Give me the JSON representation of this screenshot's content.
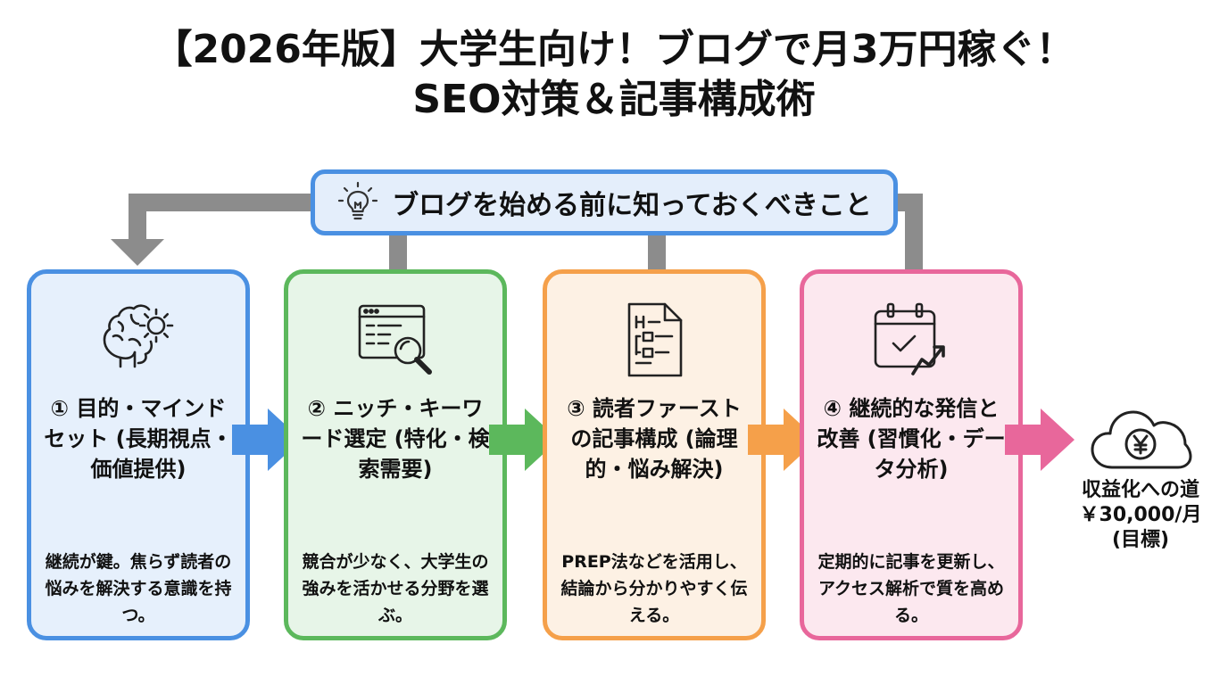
{
  "title": {
    "line1": "【2026年版】大学生向け！ブログで月3万円稼ぐ！",
    "line2": "SEO対策＆記事構成術"
  },
  "banner": {
    "icon": "lightbulb-icon",
    "text": "ブログを始める前に知っておくべきこと"
  },
  "steps": [
    {
      "icon": "brain-gear-icon",
      "title": "① 目的・マインドセット (長期視点・価値提供)",
      "description": "継続が鍵。焦らず読者の悩みを解決する意識を持つ。"
    },
    {
      "icon": "search-window-icon",
      "title": "② ニッチ・キーワード選定 (特化・検索需要)",
      "description": "競合が少なく、大学生の強みを活かせる分野を選ぶ。"
    },
    {
      "icon": "document-outline-icon",
      "title": "③ 読者ファーストの記事構成 (論理的・悩み解決)",
      "description": "PREP法などを活用し、結論から分かりやすく伝える。"
    },
    {
      "icon": "calendar-growth-icon",
      "title": "④ 継続的な発信と改善 (習慣化・データ分析)",
      "description": "定期的に記事を更新し、アクセス解析で質を高める。"
    }
  ],
  "result": {
    "icon": "yen-cloud-icon",
    "line1": "収益化への道",
    "line2": "￥30,000/月",
    "line3": "(目標)"
  },
  "colors": {
    "blue": "#4a90e2",
    "green": "#5cb85c",
    "orange": "#f5a04a",
    "pink": "#e8679b",
    "connector_gray": "#8c8c8c"
  }
}
